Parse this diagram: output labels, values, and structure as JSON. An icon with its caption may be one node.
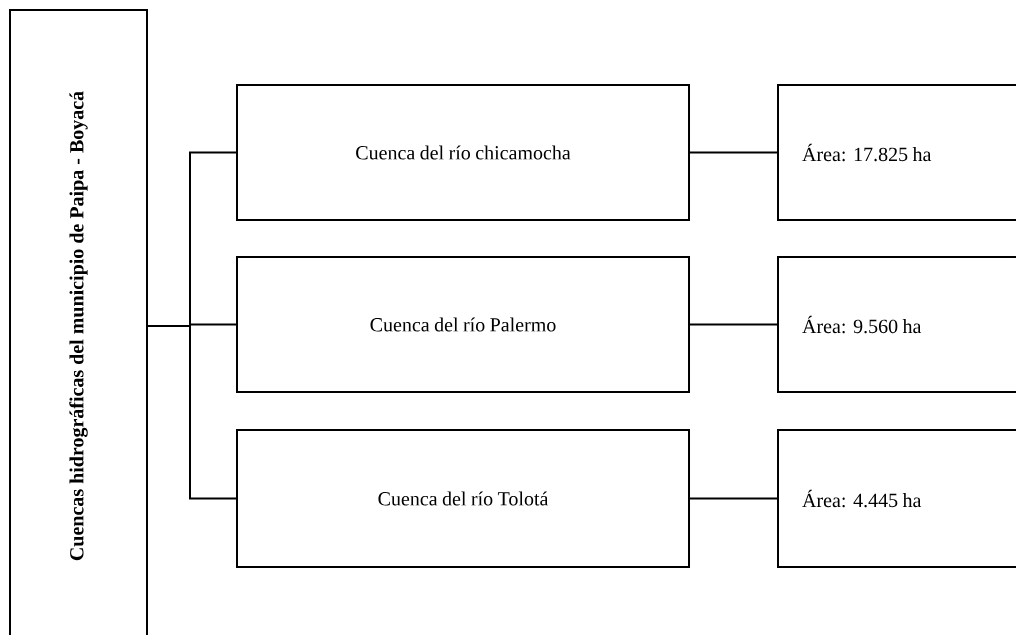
{
  "diagram": {
    "nodes": [
      {
        "text": [
          "Cuencas hidrográficas del municipio de Paipa - Boyacá"
        ]
      },
      {
        "text": [
          "Cuenca del río chicamocha"
        ]
      },
      {
        "text": [
          "Cuenca del río Palermo"
        ]
      },
      {
        "text": [
          "Cuenca del río Tolotá"
        ]
      },
      {
        "text": [
          "Área: 17.825 ha"
        ]
      },
      {
        "text": [
          "Área: 9.560 ha"
        ]
      },
      {
        "text": [
          "Área: 4.445 ha"
        ]
      }
    ],
    "edges": [
      {
        "from": 0,
        "to": 1,
        "arrow": "none"
      },
      {
        "from": 0,
        "to": 2,
        "arrow": "none"
      },
      {
        "from": 0,
        "to": 3,
        "arrow": "none"
      },
      {
        "from": 1,
        "to": 4,
        "arrow": "none"
      },
      {
        "from": 2,
        "to": 5,
        "arrow": "none"
      },
      {
        "from": 3,
        "to": 6,
        "arrow": "none"
      }
    ]
  }
}
